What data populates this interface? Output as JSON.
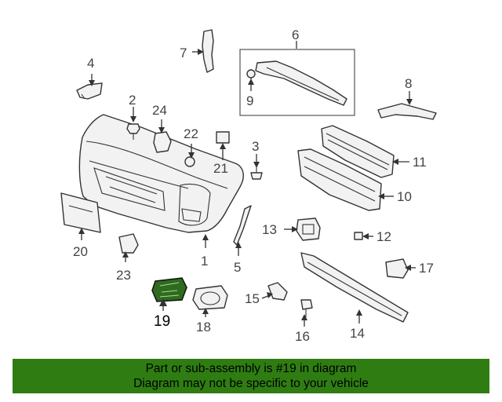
{
  "diagram": {
    "callouts": {
      "c1": "1",
      "c2": "2",
      "c3": "3",
      "c4": "4",
      "c5": "5",
      "c6": "6",
      "c7": "7",
      "c8": "8",
      "c9": "9",
      "c10": "10",
      "c11": "11",
      "c12": "12",
      "c13": "13",
      "c14": "14",
      "c15": "15",
      "c16": "16",
      "c17": "17",
      "c18": "18",
      "c19": "19",
      "c20": "20",
      "c21": "21",
      "c22": "22",
      "c23": "23",
      "c24": "24"
    },
    "highlighted_part": "19",
    "highlight_color": "#2e6b1f"
  },
  "banner": {
    "line1": "Part or sub-assembly is #19 in diagram",
    "line2": "Diagram may not be specific to your vehicle",
    "background": "#2f7d12"
  }
}
